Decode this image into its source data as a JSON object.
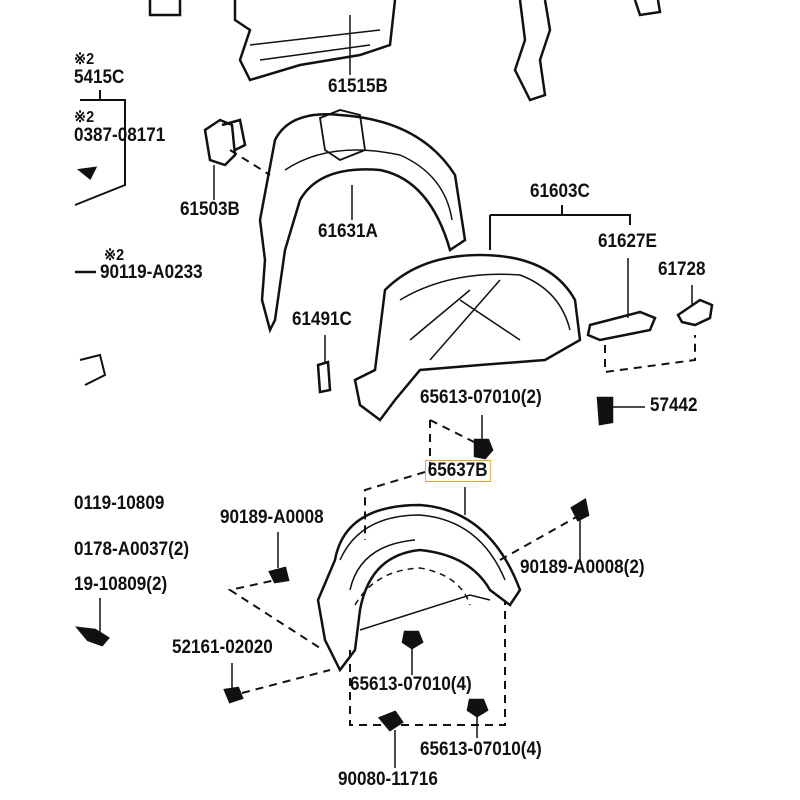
{
  "diagram_title": "",
  "highlight_color": "#e8a020",
  "labels": {
    "note_a": "※2",
    "p5415C": "5415C",
    "note_b": "※2",
    "p0387": "0387-08171",
    "p61515B": "61515B",
    "p61503B": "61503B",
    "p61631A": "61631A",
    "p61603C": "61603C",
    "p61627E": "61627E",
    "p61728": "61728",
    "note_c": "※2",
    "p90119A0233": "90119-A0233",
    "p61491C": "61491C",
    "p65613_2": "65613-07010(2)",
    "p57442": "57442",
    "p65637B": "65637B",
    "p0119": "0119-10809",
    "p90189A": "90189-A0008",
    "p0178": "0178-A0037(2)",
    "p90189B": "90189-A0008(2)",
    "p19_10809": "19-10809(2)",
    "p52161": "52161-02020",
    "p65613_4a": "65613-07010(4)",
    "p65613_4b": "65613-07010(4)",
    "p90080": "90080-11716"
  }
}
